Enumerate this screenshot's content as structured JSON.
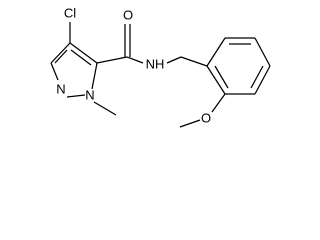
{
  "molecule": {
    "atoms": {
      "cl": "Cl",
      "o_carbonyl": "O",
      "n_ring_imine": "N",
      "n_ring_methylated": "N",
      "nh": "NH",
      "o_methoxy": "O"
    }
  },
  "colors": {
    "bond": "#000000",
    "text": "#000000",
    "background": "#ffffff"
  }
}
